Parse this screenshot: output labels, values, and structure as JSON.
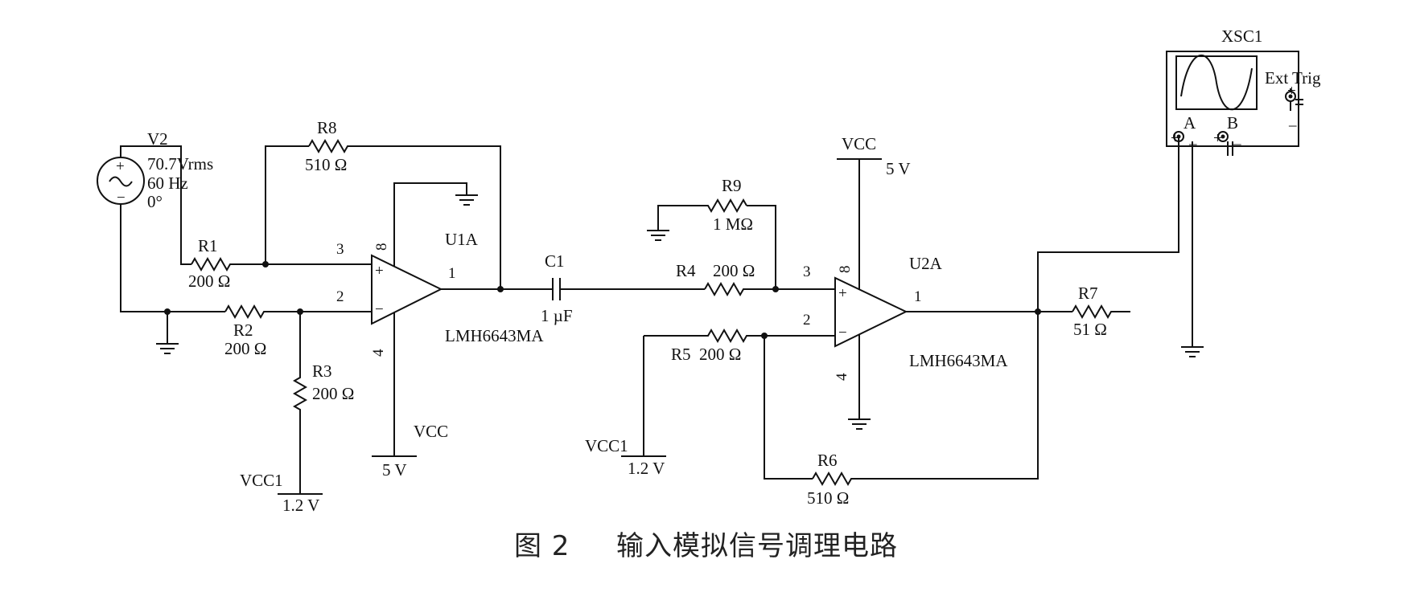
{
  "caption": {
    "figure": "图 2",
    "text": "输入模拟信号调理电路"
  },
  "source": {
    "name": "V2",
    "amplitude": "70.7Vrms",
    "frequency": "60 Hz",
    "phase": "0°"
  },
  "resistors": {
    "R1": {
      "name": "R1",
      "value": "200 Ω"
    },
    "R2": {
      "name": "R2",
      "value": "200 Ω"
    },
    "R3": {
      "name": "R3",
      "value": "200 Ω"
    },
    "R4": {
      "name": "R4",
      "value": "200 Ω"
    },
    "R5": {
      "name": "R5",
      "value": "200 Ω"
    },
    "R6": {
      "name": "R6",
      "value": "510 Ω"
    },
    "R7": {
      "name": "R7",
      "value": "51 Ω"
    },
    "R8": {
      "name": "R8",
      "value": "510 Ω"
    },
    "R9": {
      "name": "R9",
      "value": "1 MΩ"
    }
  },
  "capacitor": {
    "name": "C1",
    "value": "1 µF"
  },
  "opamps": {
    "U1A": {
      "name": "U1A",
      "part": "LMH6643MA",
      "pin_in_plus": "3",
      "pin_in_minus": "2",
      "pin_out": "1",
      "pin_vcc": "8",
      "pin_gnd": "4"
    },
    "U2A": {
      "name": "U2A",
      "part": "LMH6643MA",
      "pin_in_plus": "3",
      "pin_in_minus": "2",
      "pin_out": "1",
      "pin_vcc": "8",
      "pin_gnd": "4"
    }
  },
  "supplies": {
    "vcc_u1": {
      "name": "VCC",
      "value": "5 V"
    },
    "vcc_u2": {
      "name": "VCC",
      "value": "5 V"
    },
    "vcc1_a": {
      "name": "VCC1",
      "value": "1.2 V"
    },
    "vcc1_b": {
      "name": "VCC1",
      "value": "1.2 V"
    }
  },
  "scope": {
    "name": "XSC1",
    "ext_trig": "Ext Trig",
    "channel_a": "A",
    "channel_b": "B",
    "plus": "+",
    "minus": "_"
  }
}
